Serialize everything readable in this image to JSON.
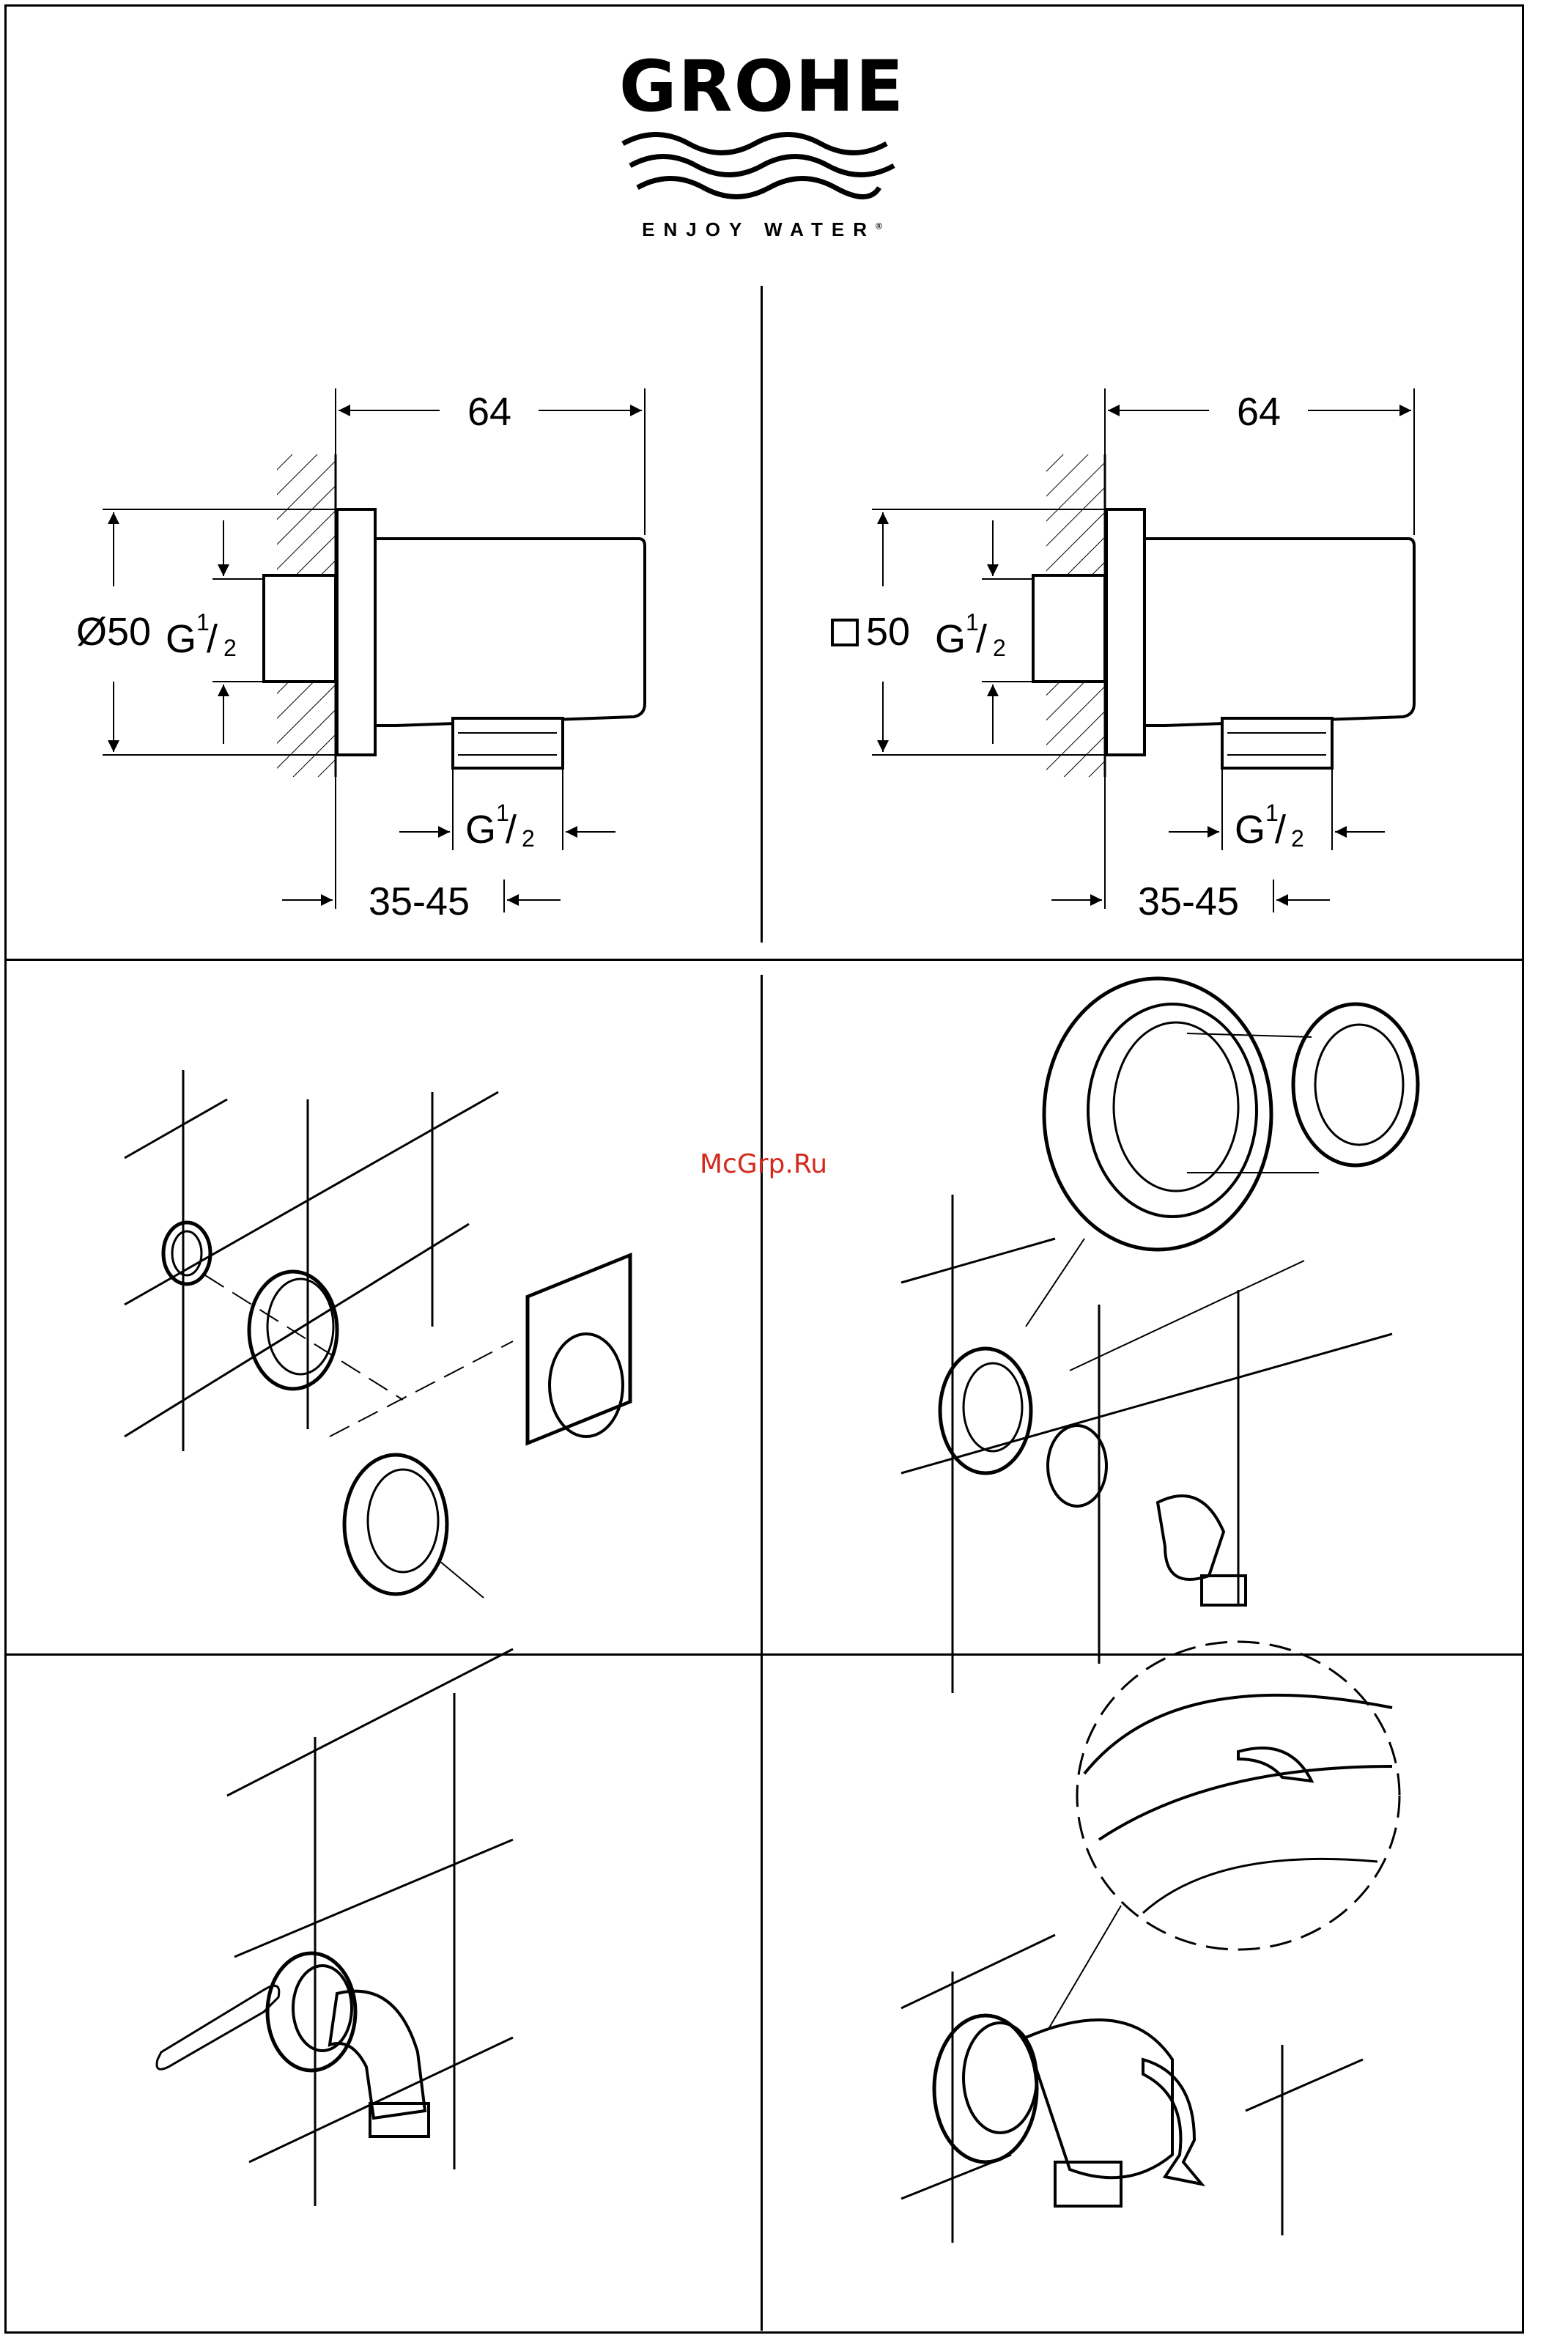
{
  "brand": {
    "name": "GROHE",
    "tagline": "ENJOY WATER",
    "trademark": "®"
  },
  "watermark": "McGrp.Ru",
  "drawings": {
    "left": {
      "width_dim": "64",
      "height_dim": "Ø50",
      "thread_back": {
        "g": "G",
        "num": "1",
        "den": "2"
      },
      "thread_bottom": {
        "g": "G",
        "num": "1",
        "den": "2"
      },
      "depth_dim": "35-45"
    },
    "right": {
      "width_dim": "64",
      "height_dim": "50",
      "height_symbol": "square",
      "thread_back": {
        "g": "G",
        "num": "1",
        "den": "2"
      },
      "thread_bottom": {
        "g": "G",
        "num": "1",
        "den": "2"
      },
      "depth_dim": "35-45"
    }
  },
  "steps": {
    "step1": "exploded view: sealing ring, spacer ring, wall flange, square rosette",
    "step2": "exploded view: round rosette, clip ring, elbow connector",
    "step3": "tighten elbow with hex key",
    "step4": "snap on cover, rotate into place"
  }
}
